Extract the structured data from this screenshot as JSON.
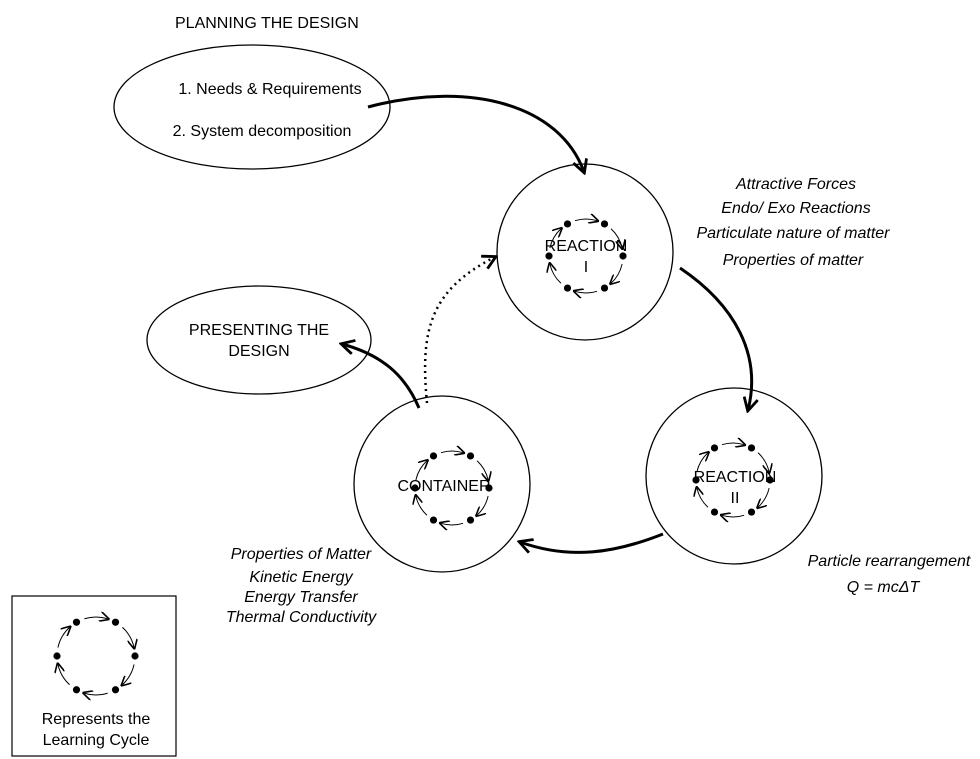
{
  "title": "PLANNING THE DESIGN",
  "planning": {
    "step1": "1. Needs & Requirements",
    "step2": "2. System decomposition"
  },
  "reaction1": {
    "label": "REACTION",
    "number": "I",
    "concepts": [
      "Attractive Forces",
      "Endo/ Exo Reactions",
      "Particulate nature of matter",
      "Properties of matter"
    ]
  },
  "reaction2": {
    "label": "REACTION",
    "number": "II",
    "concepts": [
      "Particle rearrangement",
      "Q = mcΔT"
    ]
  },
  "container": {
    "label": "CONTAINER",
    "concepts": [
      "Properties of Matter",
      "Kinetic Energy",
      "Energy Transfer",
      "Thermal Conductivity"
    ]
  },
  "presenting": {
    "line1": "PRESENTING THE",
    "line2": "DESIGN"
  },
  "legend": {
    "line1": "Represents the",
    "line2": "Learning Cycle"
  }
}
